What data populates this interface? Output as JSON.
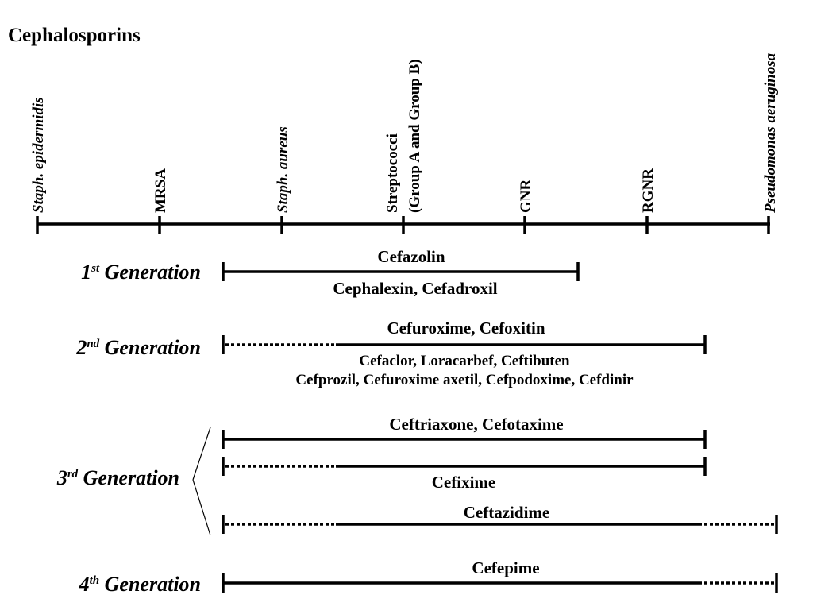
{
  "title": "Cephalosporins",
  "spectrum_axis": {
    "organisms": [
      {
        "label": "Staph. epidermidis",
        "italic": true
      },
      {
        "label": "MRSA",
        "italic": false
      },
      {
        "label": "Staph. aureus",
        "italic": true
      },
      {
        "label": "Streptococci",
        "line2": "(Group A and Group B)",
        "italic": false
      },
      {
        "label": "GNR",
        "italic": false
      },
      {
        "label": "RGNR",
        "italic": false
      },
      {
        "label": "Pseudomonas aeruginosa",
        "italic": true
      }
    ]
  },
  "generations": [
    {
      "ordinal": "1",
      "suffix": "st",
      "word": "Generation"
    },
    {
      "ordinal": "2",
      "suffix": "nd",
      "word": "Generation"
    },
    {
      "ordinal": "3",
      "suffix": "rd",
      "word": "Generation"
    },
    {
      "ordinal": "4",
      "suffix": "th",
      "word": "Generation"
    }
  ],
  "drugs": {
    "gen1_parenteral": "Cefazolin",
    "gen1_oral": "Cephalexin, Cefadroxil",
    "gen2_parenteral": "Cefuroxime, Cefoxitin",
    "gen2_oral_line1": "Cefaclor, Loracarbef, Ceftibuten",
    "gen2_oral_line2": "Cefprozil, Cefuroxime axetil, Cefpodoxime, Cefdinir",
    "gen3_a": "Ceftriaxone, Cefotaxime",
    "gen3_b": "Cefixime",
    "gen3_c": "Ceftazidime",
    "gen4": "Cefepime"
  },
  "colors": {
    "ink": "#000000",
    "background": "#ffffff"
  }
}
